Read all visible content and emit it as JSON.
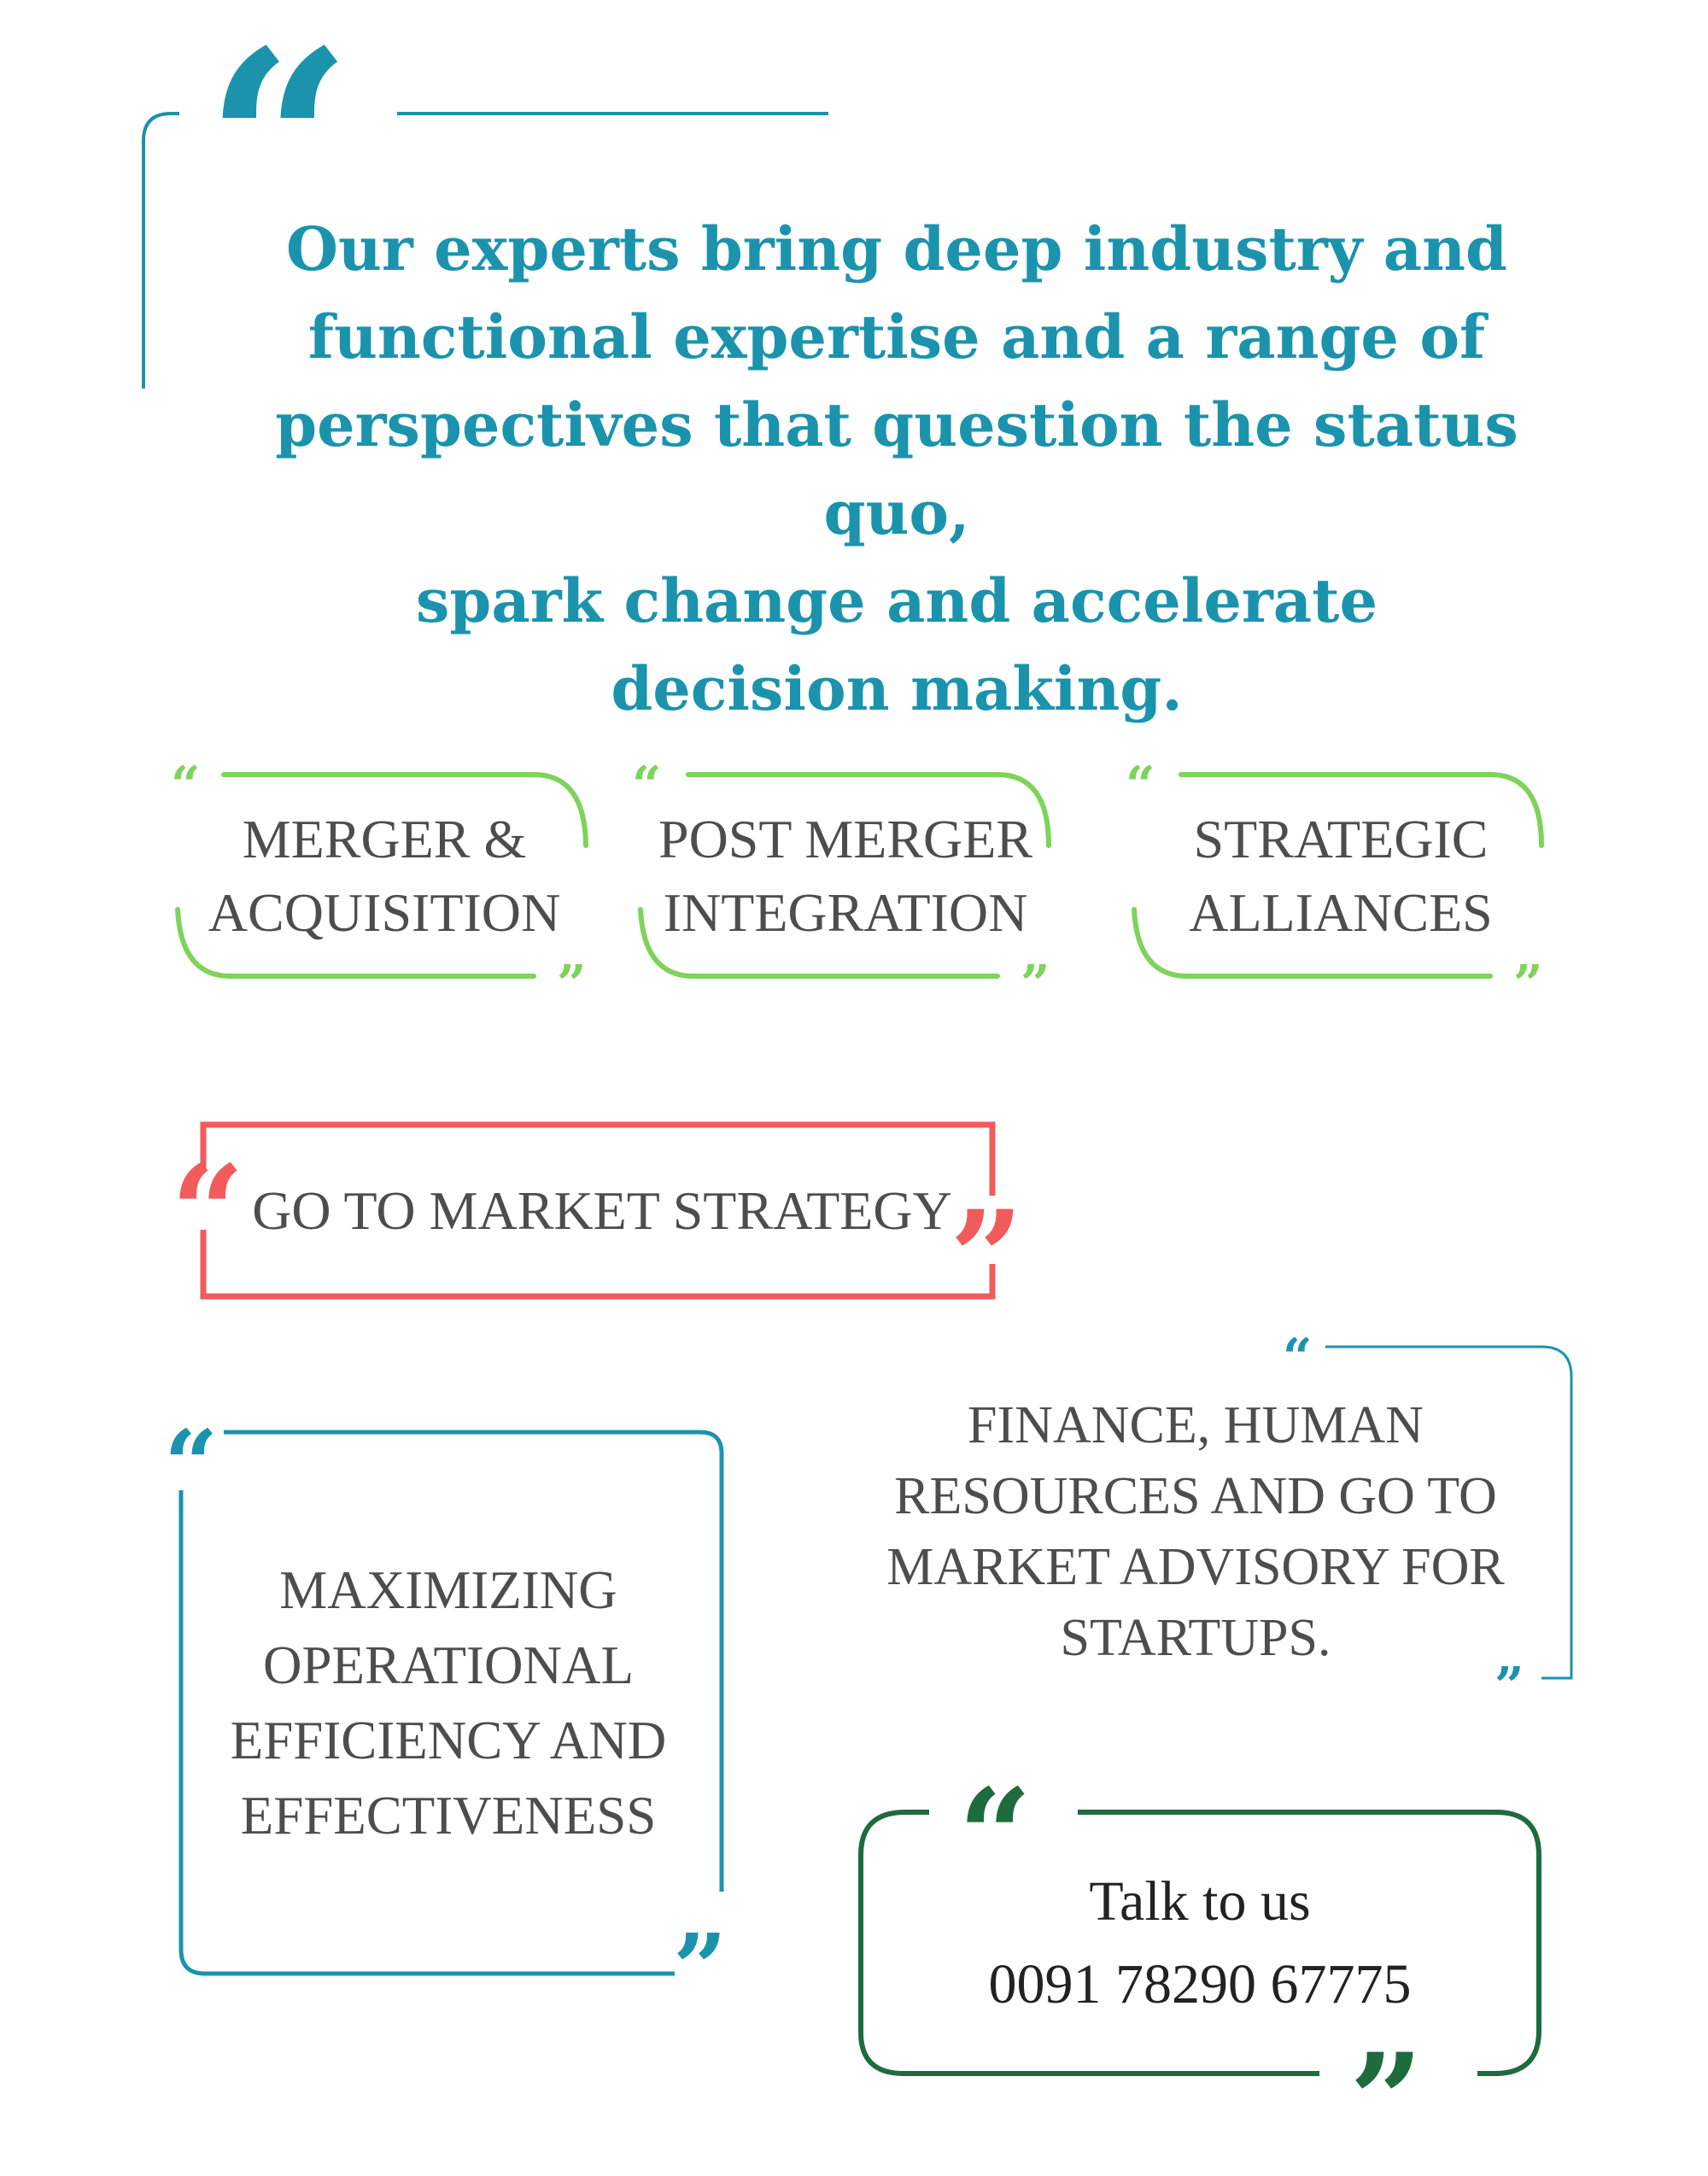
{
  "colors": {
    "teal": "#1b93ad",
    "green": "#7ed35a",
    "red": "#f25b5b",
    "dark_green": "#1e6b3d",
    "text_gray": "#4d4d4d"
  },
  "icons": {
    "open_quote": "“",
    "close_quote": "”"
  },
  "hero": {
    "lines": [
      "Our experts bring deep industry and",
      "functional expertise and a range of",
      "perspectives that question the status quo,",
      "spark change and accelerate",
      "decision making."
    ]
  },
  "services": {
    "merger": [
      "MERGER &",
      "ACQUISITION"
    ],
    "post_merger": [
      "POST MERGER",
      "INTEGRATION"
    ],
    "alliances": [
      "STRATEGIC",
      "ALLIANCES"
    ],
    "go_to_market": "GO TO MARKET STRATEGY",
    "operational": [
      "MAXIMIZING",
      "OPERATIONAL",
      "EFFICIENCY AND",
      "EFFECTIVENESS"
    ],
    "startups": [
      "FINANCE, HUMAN",
      "RESOURCES AND GO TO",
      "MARKET ADVISORY FOR",
      "STARTUPS."
    ]
  },
  "contact": {
    "title": "Talk to us",
    "phone": "0091 78290 67775"
  }
}
